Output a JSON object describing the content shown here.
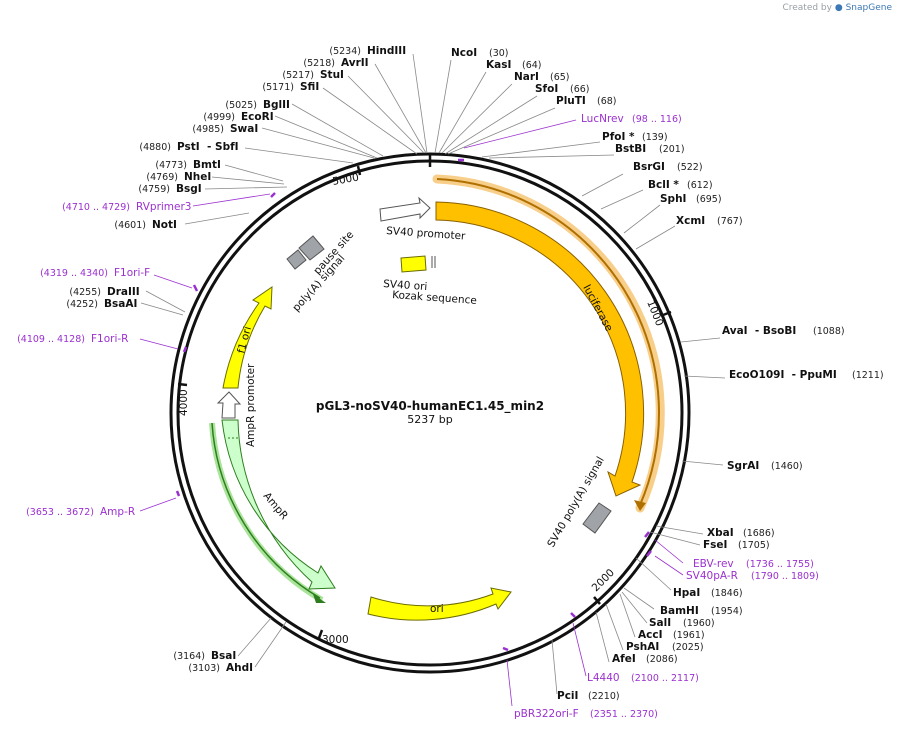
{
  "credit": {
    "prefix": "Created by",
    "brand": "SnapGene"
  },
  "plasmid": {
    "name": "pGL3-noSV40-humanEC1.45_min2",
    "length_label": "5237 bp",
    "length": 5237
  },
  "ticks": [
    "1000",
    "2000",
    "3000",
    "4000",
    "5000"
  ],
  "enzymes_right": [
    {
      "name": "NcoI",
      "pos": "(30)"
    },
    {
      "name": "KasI",
      "pos": "(64)"
    },
    {
      "name": "NarI",
      "pos": "(65)"
    },
    {
      "name": "SfoI",
      "pos": "(66)"
    },
    {
      "name": "PluTI",
      "pos": "(68)"
    },
    {
      "name": "PfoI *",
      "pos": "(139)"
    },
    {
      "name": "BstBI",
      "pos": "(201)"
    },
    {
      "name": "BsrGI",
      "pos": "(522)"
    },
    {
      "name": "BclI *",
      "pos": "(612)"
    },
    {
      "name": "SphI",
      "pos": "(695)"
    },
    {
      "name": "XcmI",
      "pos": "(767)"
    },
    {
      "name": "AvaI  - BsoBI",
      "pos": "(1088)"
    },
    {
      "name": "EcoO109I  - PpuMI",
      "pos": "(1211)"
    },
    {
      "name": "SgrAI",
      "pos": "(1460)"
    },
    {
      "name": "XbaI",
      "pos": "(1686)"
    },
    {
      "name": "FseI",
      "pos": "(1705)"
    },
    {
      "name": "HpaI",
      "pos": "(1846)"
    },
    {
      "name": "BamHI",
      "pos": "(1954)"
    },
    {
      "name": "SalI",
      "pos": "(1960)"
    },
    {
      "name": "AccI",
      "pos": "(1961)"
    },
    {
      "name": "PshAI",
      "pos": "(2025)"
    },
    {
      "name": "AfeI",
      "pos": "(2086)"
    },
    {
      "name": "PciI",
      "pos": "(2210)"
    }
  ],
  "enzymes_left": [
    {
      "name": "HindIII",
      "pos": "(5234)"
    },
    {
      "name": "AvrII",
      "pos": "(5218)"
    },
    {
      "name": "StuI",
      "pos": "(5217)"
    },
    {
      "name": "SfiI",
      "pos": "(5171)"
    },
    {
      "name": "BglII",
      "pos": "(5025)"
    },
    {
      "name": "EcoRI",
      "pos": "(4999)"
    },
    {
      "name": "SwaI",
      "pos": "(4985)"
    },
    {
      "name": "PstI  - SbfI",
      "pos": "(4880)"
    },
    {
      "name": "BmtI",
      "pos": "(4773)"
    },
    {
      "name": "NheI",
      "pos": "(4769)"
    },
    {
      "name": "BsgI",
      "pos": "(4759)"
    },
    {
      "name": "NotI",
      "pos": "(4601)"
    },
    {
      "name": "DraIII",
      "pos": "(4255)"
    },
    {
      "name": "BsaAI",
      "pos": "(4252)"
    },
    {
      "name": "BsaI",
      "pos": "(3164)"
    },
    {
      "name": "AhdI",
      "pos": "(3103)"
    }
  ],
  "primers": [
    {
      "name": "LucNrev",
      "range": "(98 .. 116)"
    },
    {
      "name": "EBV-rev",
      "range": "(1736 .. 1755)"
    },
    {
      "name": "SV40pA-R",
      "range": "(1790 .. 1809)"
    },
    {
      "name": "L4440",
      "range": "(2100 .. 2117)"
    },
    {
      "name": "pBR322ori-F",
      "range": "(2351 .. 2370)"
    },
    {
      "name": "Amp-R",
      "range": "(3653 .. 3672)"
    },
    {
      "name": "F1ori-R",
      "range": "(4109 .. 4128)"
    },
    {
      "name": "F1ori-F",
      "range": "(4319 .. 4340)"
    },
    {
      "name": "RVprimer3",
      "range": "(4710 .. 4729)"
    }
  ],
  "features": {
    "luciferase": "luciferase",
    "sv40_polya": "SV40 poly(A) signal",
    "ori": "ori",
    "ampr": "AmpR",
    "ampr_promoter": "AmpR promoter",
    "f1_ori": "f1 ori",
    "polya_signal": "poly(A) signal",
    "pause_site": "pause site",
    "sv40_promoter": "SV40 promoter",
    "sv40_ori": "SV40 ori",
    "kozak": "Kozak sequence"
  },
  "colors": {
    "luciferase": "#ffc000",
    "yellow": "#ffff00",
    "ampr": "#ccffcc",
    "grey": "#a0a4a8",
    "primer": "#9b30d0",
    "backbone": "#111111"
  }
}
